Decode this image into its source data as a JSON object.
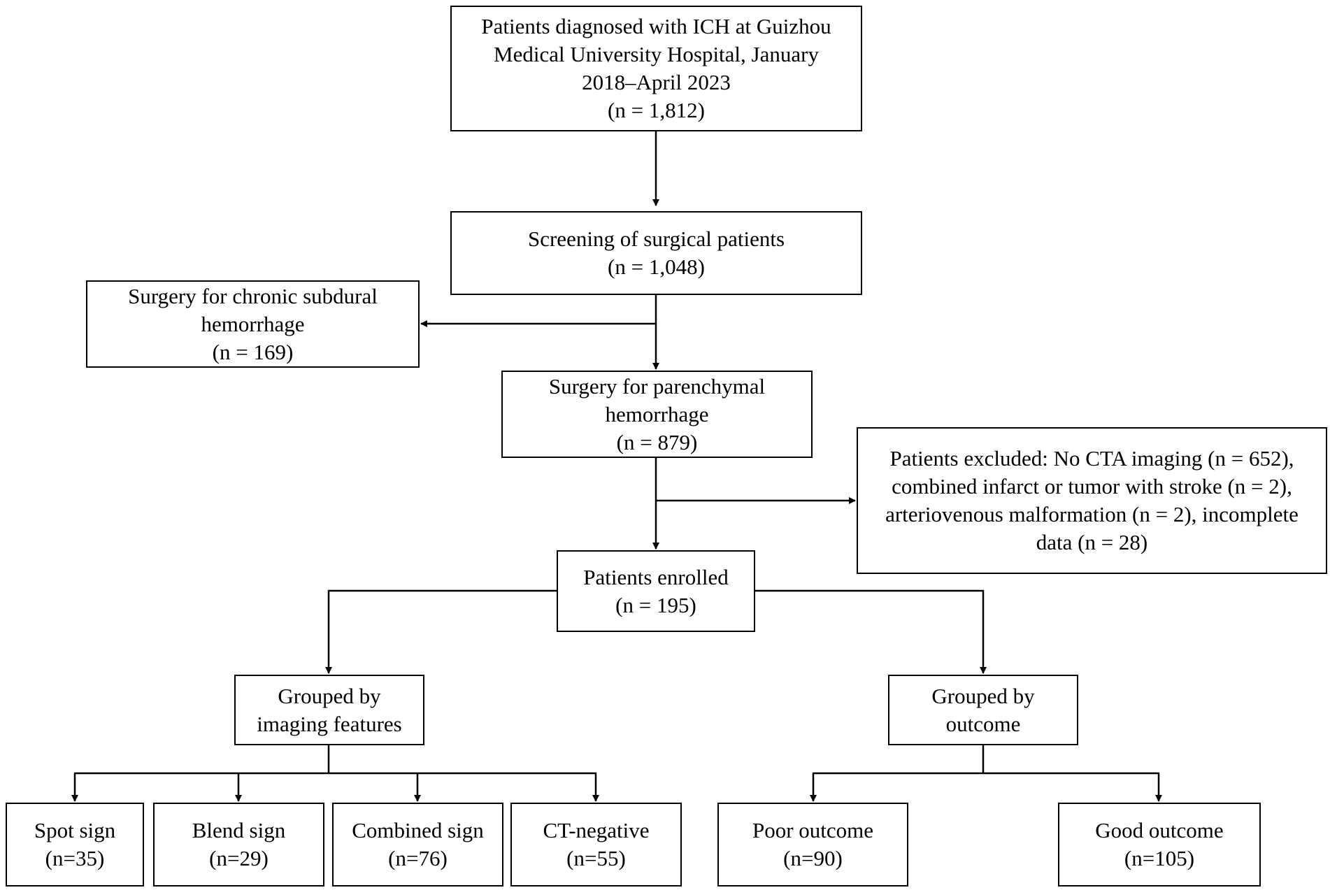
{
  "nodes": {
    "diagnosed": {
      "lines": [
        "Patients diagnosed with ICH at Guizhou",
        "Medical University Hospital, January",
        "2018–April 2023"
      ],
      "count": "(n = 1,812)"
    },
    "screening": {
      "lines": [
        "Screening of surgical patients"
      ],
      "count": "(n = 1,048)"
    },
    "chronic_subdural": {
      "lines": [
        "Surgery for chronic subdural",
        "hemorrhage"
      ],
      "count": "(n = 169)"
    },
    "parenchymal": {
      "lines": [
        "Surgery for parenchymal",
        "hemorrhage"
      ],
      "count": "(n = 879)"
    },
    "excluded": {
      "lines": [
        "Patients excluded: No CTA imaging (n = 652),",
        "combined infarct or tumor with stroke (n = 2),",
        "arteriovenous malformation (n = 2), incomplete",
        "data (n = 28)"
      ]
    },
    "enrolled": {
      "lines": [
        "Patients enrolled"
      ],
      "count": "(n = 195)"
    },
    "group_imaging": {
      "lines": [
        "Grouped by",
        "imaging features"
      ]
    },
    "group_outcome": {
      "lines": [
        "Grouped by",
        "outcome"
      ]
    },
    "spot_sign": {
      "lines": [
        "Spot sign"
      ],
      "count": "(n=35)"
    },
    "blend_sign": {
      "lines": [
        "Blend sign"
      ],
      "count": "(n=29)"
    },
    "combined_sign": {
      "lines": [
        "Combined sign"
      ],
      "count": "(n=76)"
    },
    "ct_negative": {
      "lines": [
        "CT-negative"
      ],
      "count": "(n=55)"
    },
    "poor_outcome": {
      "lines": [
        "Poor outcome"
      ],
      "count": "(n=90)"
    },
    "good_outcome": {
      "lines": [
        "Good outcome"
      ],
      "count": "(n=105)"
    }
  },
  "style": {
    "line_color": "#000000",
    "box_border_color": "#000000",
    "background": "#ffffff"
  }
}
